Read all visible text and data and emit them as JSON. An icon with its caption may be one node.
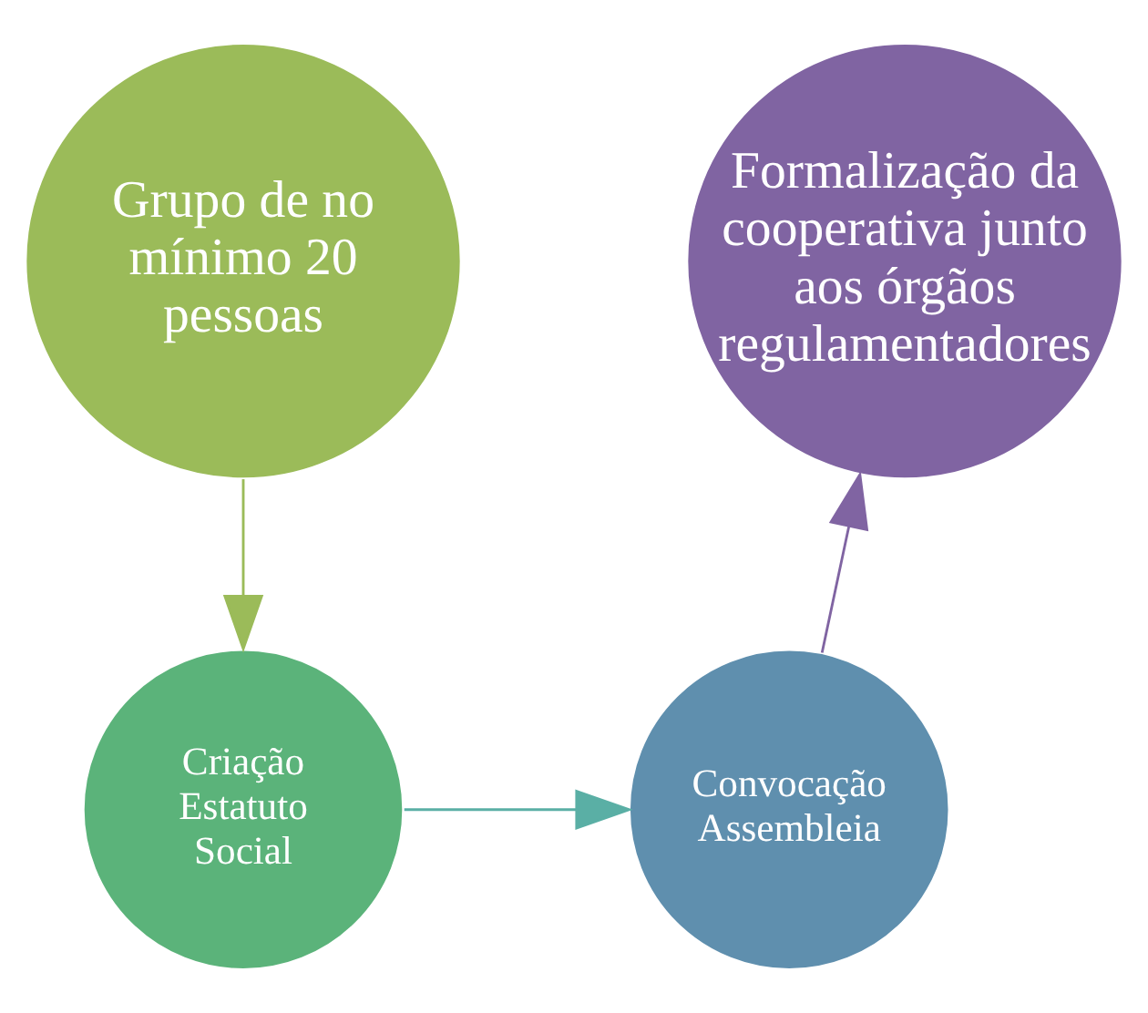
{
  "diagram": {
    "nodes": [
      {
        "text": [
          "Grupo de no mínimo 20 pessoas"
        ]
      },
      {
        "text": [
          "Criação Estatuto Social"
        ]
      },
      {
        "text": [
          "Convocação Assembleia"
        ]
      },
      {
        "text": [
          "Formalização da cooperativa junto aos órgãos regulamentadores"
        ]
      }
    ],
    "edges": [
      {
        "from": 0,
        "to": 1,
        "arrow": "to",
        "color": "#9bbb59"
      },
      {
        "from": 1,
        "to": 2,
        "arrow": "to",
        "color": "#5aafa5"
      },
      {
        "from": 2,
        "to": 3,
        "arrow": "to",
        "color": "#8064a2"
      }
    ]
  }
}
